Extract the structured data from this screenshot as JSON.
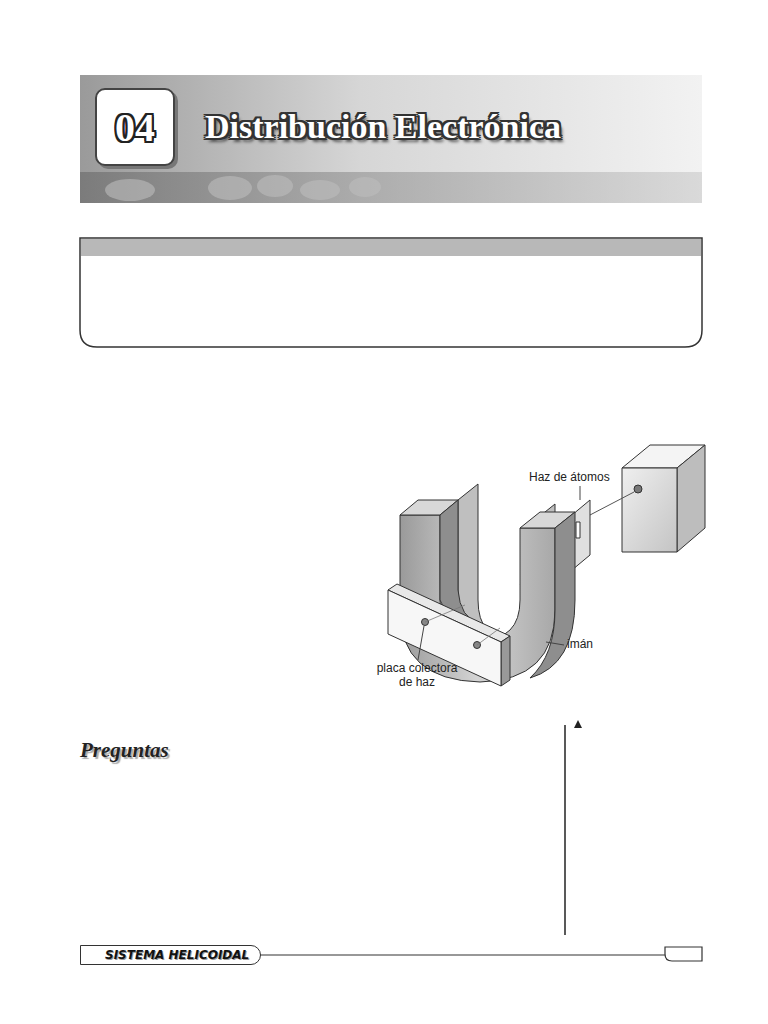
{
  "diagram": {
    "title": "Distribución Electrónica",
    "nodes": [
      {
        "text": [
          "04"
        ]
      },
      {
        "text": [
          "SISTEMA HELICOIDAL"
        ]
      }
    ],
    "labels": [
      "Haz de átomos",
      "imán",
      "placa colectora de haz",
      "Preguntas"
    ]
  }
}
